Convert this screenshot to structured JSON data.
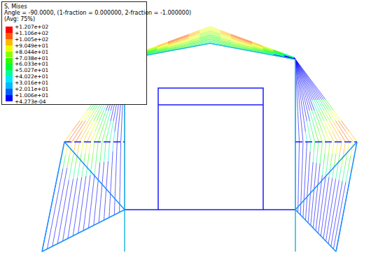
{
  "diagram": {
    "labels": [
      "S, Mises",
      "Angle = -90.0000, (1-fraction = 0.000000, 2-fraction = -1.000000)",
      "(Avg: 75%)"
    ],
    "legend": [
      {
        "text": "+1.207e+02",
        "color": "#ff0000"
      },
      {
        "text": "+1.106e+02",
        "color": "#ff5d00"
      },
      {
        "text": "+1.005e+02",
        "color": "#ffb900"
      },
      {
        "text": "+9.049e+01",
        "color": "#e8ff00"
      },
      {
        "text": "+8.044e+01",
        "color": "#8bff00"
      },
      {
        "text": "+7.038e+01",
        "color": "#2eff00"
      },
      {
        "text": "+6.033e+01",
        "color": "#00ff2e"
      },
      {
        "text": "+5.027e+01",
        "color": "#00ff8b"
      },
      {
        "text": "+4.022e+01",
        "color": "#00e8ff"
      },
      {
        "text": "+3.016e+01",
        "color": "#00b9ff"
      },
      {
        "text": "+2.011e+01",
        "color": "#005dff"
      },
      {
        "text": "+1.006e+01",
        "color": "#0000ff"
      },
      {
        "text": "+4.273e-04"
      }
    ]
  }
}
